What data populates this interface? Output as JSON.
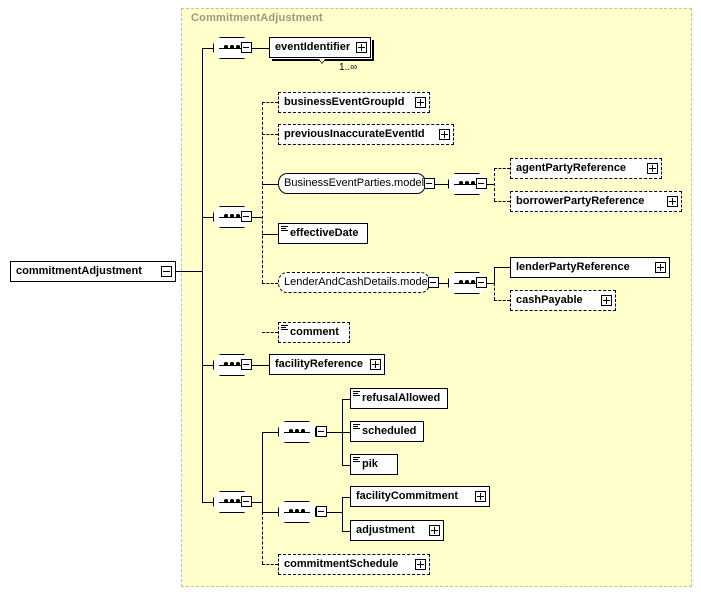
{
  "diagram": {
    "type": "xsd-schema-tree",
    "root": {
      "label": "commitmentAdjustment",
      "expander": "minus"
    },
    "container": {
      "title": "CommitmentAdjustment",
      "style": "dashed",
      "background": "#ffffcc"
    },
    "legend": {
      "solid_border": "required element",
      "dashed_border": "optional element",
      "double_border": "repeating element",
      "plus_box": "collapsed / expandable",
      "minus_box": "expanded",
      "octagon": "sequence compositor"
    },
    "nodes": [
      {
        "id": "seq1",
        "kind": "sequence",
        "expander": "minus"
      },
      {
        "id": "eventIdentifier",
        "kind": "element",
        "label": "eventIdentifier",
        "occurrence": "required",
        "repeating": true,
        "expander": "plus",
        "cardinality": "1..∞"
      },
      {
        "id": "seq2",
        "kind": "sequence",
        "expander": "minus"
      },
      {
        "id": "businessEventGroupId",
        "kind": "element",
        "label": "businessEventGroupId",
        "occurrence": "optional",
        "expander": "plus"
      },
      {
        "id": "previousInaccurateEventId",
        "kind": "element",
        "label": "previousInaccurateEventId",
        "occurrence": "optional",
        "expander": "plus"
      },
      {
        "id": "BusinessEventParties.model",
        "kind": "model",
        "label": "BusinessEventParties.model",
        "occurrence": "required",
        "expander": "minus"
      },
      {
        "id": "seq3",
        "kind": "sequence",
        "expander": "minus"
      },
      {
        "id": "agentPartyReference",
        "kind": "element",
        "label": "agentPartyReference",
        "occurrence": "optional",
        "expander": "plus"
      },
      {
        "id": "borrowerPartyReference",
        "kind": "element",
        "label": "borrowerPartyReference",
        "occurrence": "optional",
        "expander": "plus"
      },
      {
        "id": "effectiveDate",
        "kind": "element",
        "label": "effectiveDate",
        "occurrence": "required",
        "simpleType": true
      },
      {
        "id": "LenderAndCashDetails.model",
        "kind": "model",
        "label": "LenderAndCashDetails.model",
        "occurrence": "optional",
        "expander": "minus"
      },
      {
        "id": "seq4",
        "kind": "sequence",
        "expander": "minus"
      },
      {
        "id": "lenderPartyReference",
        "kind": "element",
        "label": "lenderPartyReference",
        "occurrence": "required",
        "expander": "plus"
      },
      {
        "id": "cashPayable",
        "kind": "element",
        "label": "cashPayable",
        "occurrence": "optional",
        "expander": "plus"
      },
      {
        "id": "comment",
        "kind": "element",
        "label": "comment",
        "occurrence": "optional",
        "simpleType": true
      },
      {
        "id": "seq5",
        "kind": "sequence",
        "expander": "minus"
      },
      {
        "id": "facilityReference",
        "kind": "element",
        "label": "facilityReference",
        "occurrence": "required",
        "expander": "plus"
      },
      {
        "id": "seq6",
        "kind": "sequence",
        "expander": "minus"
      },
      {
        "id": "seq7",
        "kind": "sequence",
        "expander": "minus"
      },
      {
        "id": "refusalAllowed",
        "kind": "element",
        "label": "refusalAllowed",
        "occurrence": "required",
        "simpleType": true
      },
      {
        "id": "scheduled",
        "kind": "element",
        "label": "scheduled",
        "occurrence": "required",
        "simpleType": true
      },
      {
        "id": "pik",
        "kind": "element",
        "label": "pik",
        "occurrence": "required",
        "simpleType": true
      },
      {
        "id": "seq8",
        "kind": "sequence",
        "expander": "minus"
      },
      {
        "id": "facilityCommitment",
        "kind": "element",
        "label": "facilityCommitment",
        "occurrence": "required",
        "expander": "plus"
      },
      {
        "id": "adjustment",
        "kind": "element",
        "label": "adjustment",
        "occurrence": "required",
        "expander": "plus"
      },
      {
        "id": "commitmentSchedule",
        "kind": "element",
        "label": "commitmentSchedule",
        "occurrence": "optional",
        "expander": "plus"
      }
    ]
  }
}
